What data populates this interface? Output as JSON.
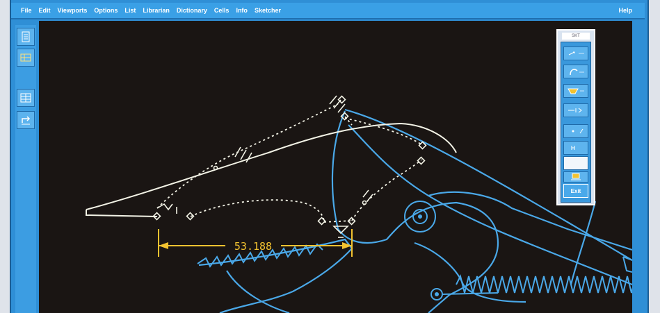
{
  "menu": {
    "file": "File",
    "edit": "Edit",
    "viewports": "Viewports",
    "options": "Options",
    "list": "List",
    "librarian": "Librarian",
    "dictionary": "Dictionary",
    "cells": "Cells",
    "info": "Info",
    "sketcher": "Sketcher",
    "help": "Help"
  },
  "left_toolbar": {
    "icons": [
      "layers-icon",
      "grid-icon",
      "table-icon",
      "move-icon"
    ]
  },
  "palette": {
    "title": "SKT",
    "exit_label": "Exit",
    "icons": [
      "point-icon",
      "arc-icon",
      "fillet-icon",
      "line-icon",
      "node-icon",
      "constraint-icon",
      "field-icon",
      "monitor-icon"
    ]
  },
  "drawing": {
    "dimension_value": "53.188",
    "colors": {
      "background": "#1a1513",
      "part_outline": "#4aa8e8",
      "sketch": "#f3f3e6",
      "dimension": "#f2c230"
    }
  }
}
